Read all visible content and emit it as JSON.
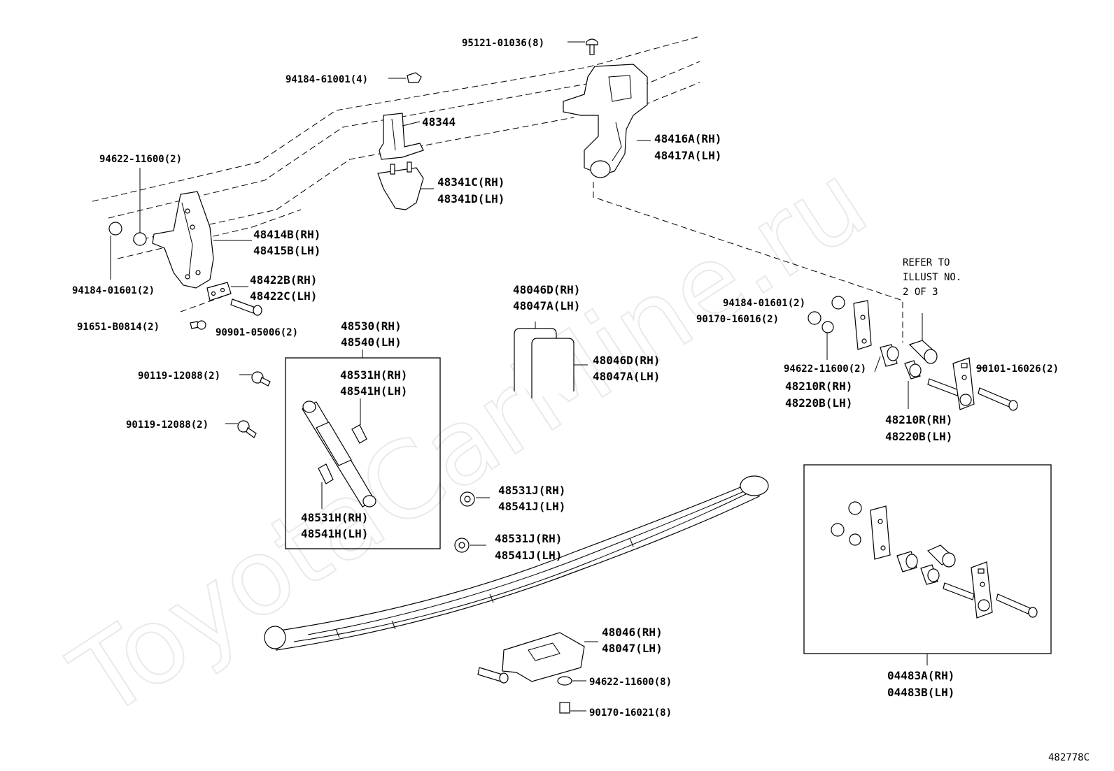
{
  "diagram": {
    "watermark": "ToyotaCarMine.ru",
    "figure_code": "482778C",
    "note": [
      "REFER TO",
      "ILLUST NO.",
      "2 OF 3"
    ],
    "labels": {
      "bolt_95121": "95121-01036(8)",
      "nut_94184_61001": "94184-61001(4)",
      "p48344": "48344",
      "p48416a": "48416A(RH)",
      "p48417a": "48417A(LH)",
      "washer_94622_top": "94622-11600(2)",
      "p48341c": "48341C(RH)",
      "p48341d": "48341D(LH)",
      "p48414b": "48414B(RH)",
      "p48415b": "48415B(LH)",
      "nut_94184_left": "94184-01601(2)",
      "p48422b": "48422B(RH)",
      "p48422c": "48422C(LH)",
      "bolt_91651": "91651-B0814(2)",
      "bolt_90901": "90901-05006(2)",
      "p48530": "48530(RH)",
      "p48540": "48540(LH)",
      "bolt_90119_a": "90119-12088(2)",
      "bolt_90119_b": "90119-12088(2)",
      "p48531h_top": "48531H(RH)",
      "p48541h_top": "48541H(LH)",
      "p48531h_bot": "48531H(RH)",
      "p48541h_bot": "48541H(LH)",
      "p48046d_top": "48046D(RH)",
      "p48047a_top": "48047A(LH)",
      "p48046d_mid": "48046D(RH)",
      "p48047a_mid": "48047A(LH)",
      "p48531j_a": "48531J(RH)",
      "p48541j_a": "48541J(LH)",
      "p48531j_b": "48531J(RH)",
      "p48541j_b": "48541J(LH)",
      "nut_94184_right": "94184-01601(2)",
      "nut_90170_16016": "90170-16016(2)",
      "washer_94622_right": "94622-11600(2)",
      "p48210r_a": "48210R(RH)",
      "p48220b_a": "48220B(LH)",
      "p48210r_b": "48210R(RH)",
      "p48220b_b": "48220B(LH)",
      "bolt_90101": "90101-16026(2)",
      "p48046": "48046(RH)",
      "p48047": "48047(LH)",
      "washer_94622_bot": "94622-11600(8)",
      "nut_90170_16021": "90170-16021(8)",
      "p04483a": "04483A(RH)",
      "p04483b": "04483B(LH)"
    }
  }
}
